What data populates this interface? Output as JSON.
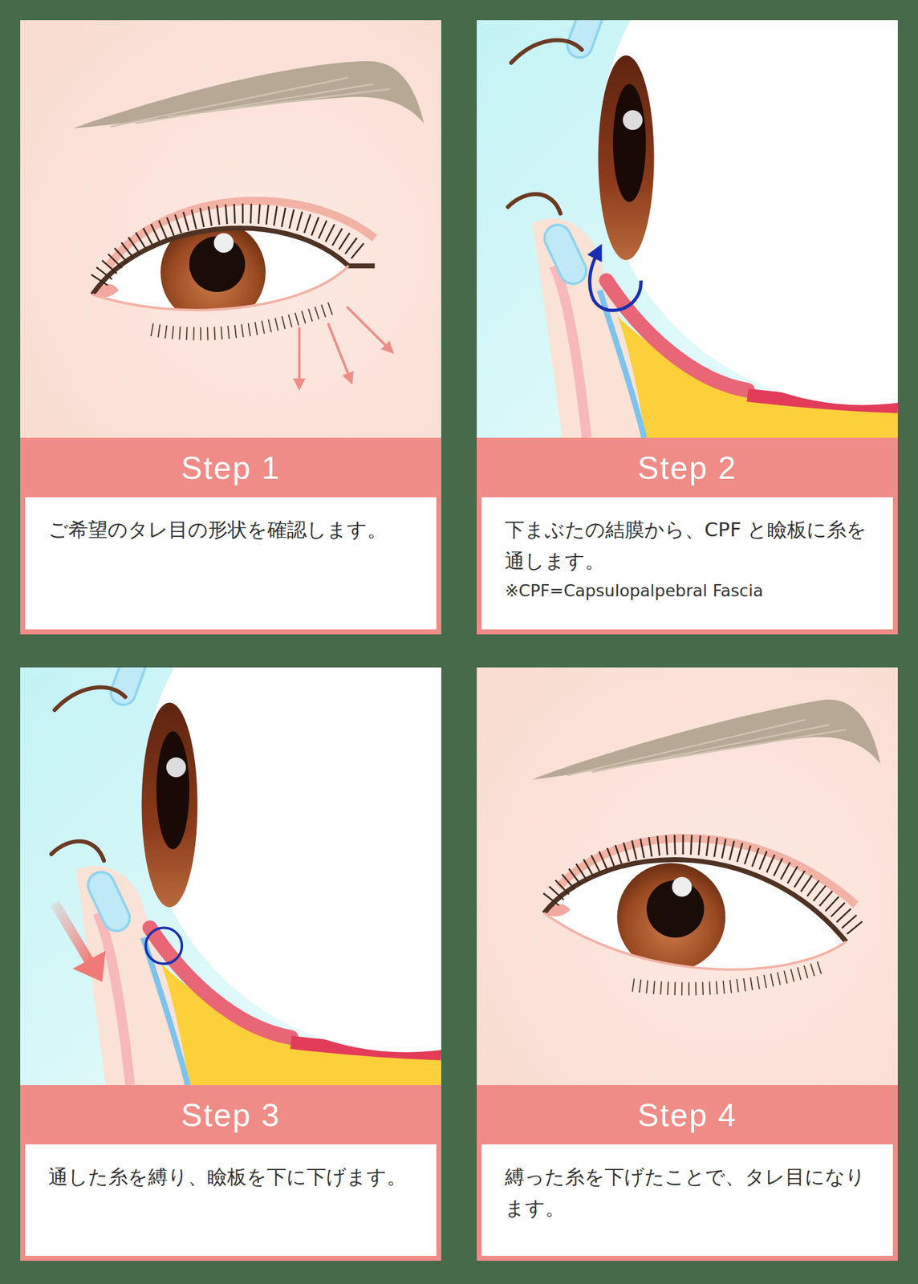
{
  "diagram": {
    "nodes": [
      {
        "text": [
          "Step 1",
          "ご希望のタレ目の形状を確認します。"
        ]
      },
      {
        "text": [
          "Step 2",
          "下まぶたの結膜から、CPF と瞼板に糸を通します。",
          "※CPF=Capsulopalpebral Fascia"
        ]
      },
      {
        "text": [
          "Step 3",
          "通した糸を縛り、瞼板を下に下げます。"
        ]
      },
      {
        "text": [
          "Step 4",
          "縛った糸を下げたことで、タレ目になります。"
        ]
      }
    ]
  }
}
